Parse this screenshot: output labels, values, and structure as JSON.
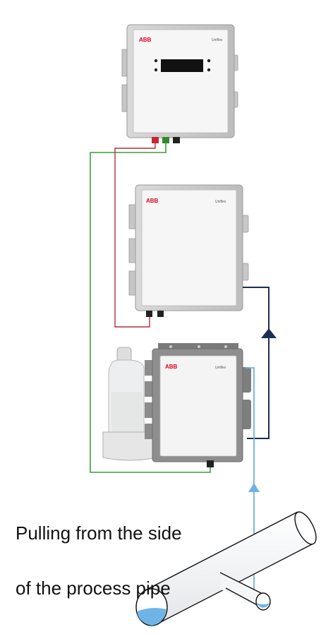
{
  "caption_lines": [
    "Pulling from the side",
    "of the process pipe"
  ],
  "units": {
    "transmitter": {
      "brand": "ABB",
      "model": "Uniflex"
    },
    "sensor_housing": {
      "brand": "ABB",
      "model": "Uniflex"
    },
    "sampler": {
      "brand": "ABB",
      "model": "Uniflex"
    }
  },
  "colors": {
    "red_wire": "#b0303a",
    "green_wire": "#3f9a3f",
    "return_line": "#1c2e56",
    "sample_line": "#6fb2e0",
    "pipe_liquid": "#6fb4e6",
    "brand": "#e2001a"
  }
}
